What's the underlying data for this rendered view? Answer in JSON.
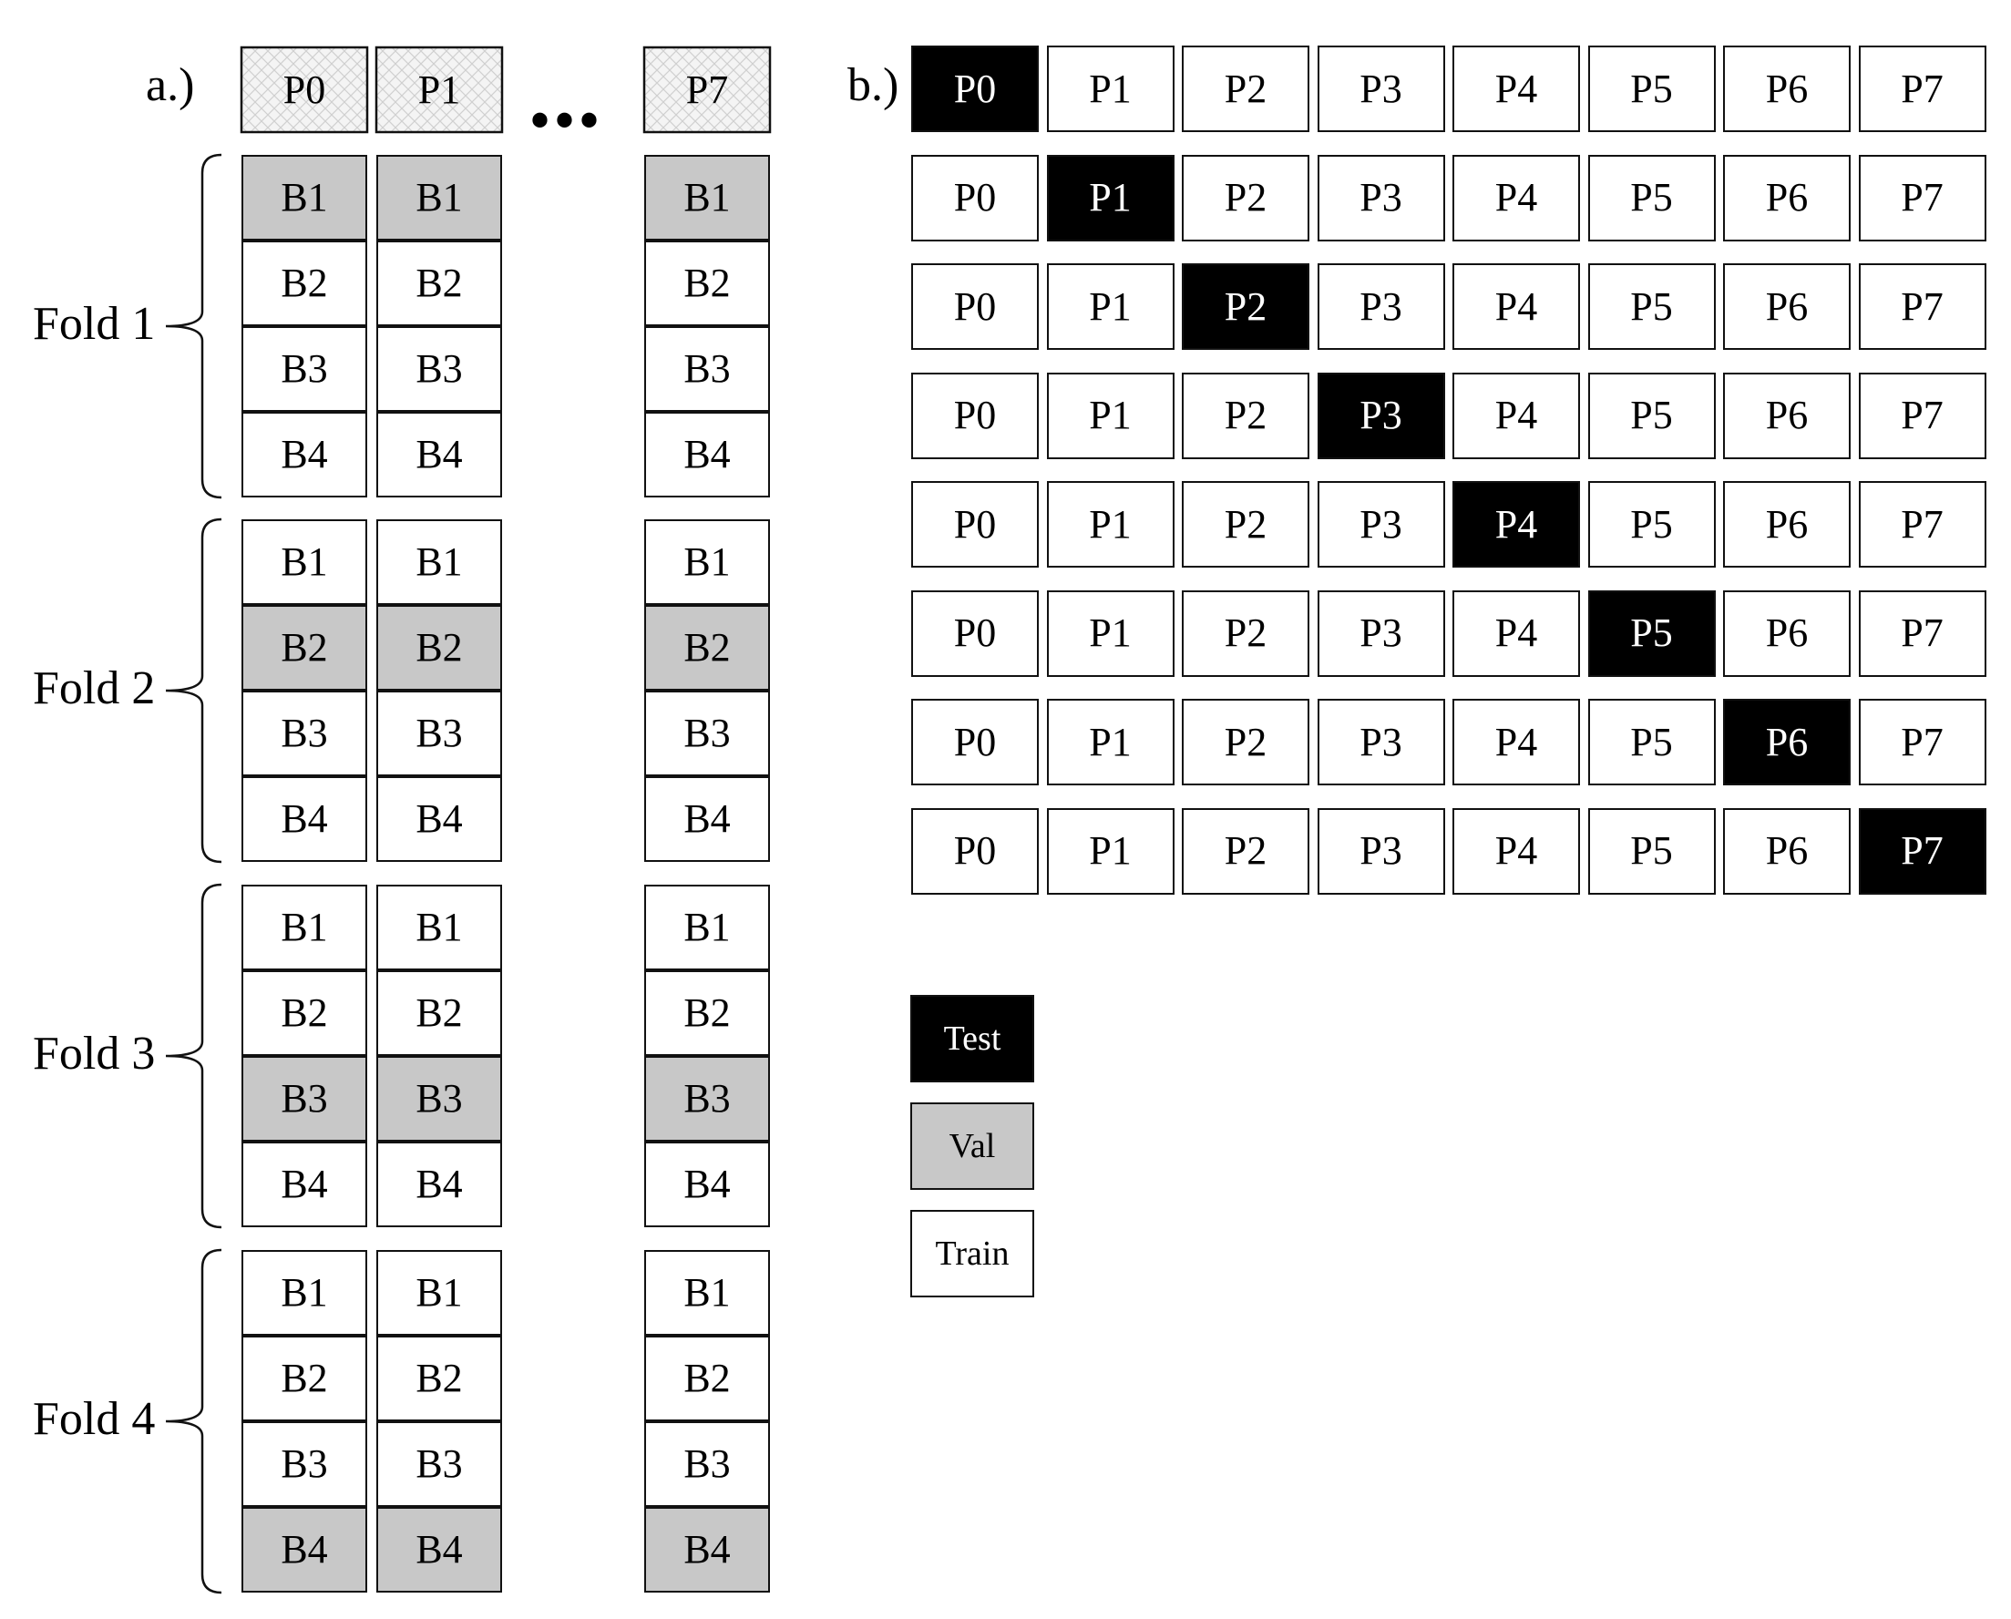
{
  "colors": {
    "test": "#000000",
    "val": "#c8c8c8",
    "train": "#ffffff",
    "hatch": "#dcdcdc"
  },
  "panel_a": {
    "label": "a.)",
    "partitions": [
      "P0",
      "P1",
      "P7"
    ],
    "ellipsis": "•••",
    "blocks": [
      "B1",
      "B2",
      "B3",
      "B4"
    ],
    "folds": [
      {
        "label": "Fold 1",
        "val_block": "B1"
      },
      {
        "label": "Fold 2",
        "val_block": "B2"
      },
      {
        "label": "Fold 3",
        "val_block": "B3"
      },
      {
        "label": "Fold 4",
        "val_block": "B4"
      }
    ]
  },
  "panel_b": {
    "label": "b.)",
    "partitions": [
      "P0",
      "P1",
      "P2",
      "P3",
      "P4",
      "P5",
      "P6",
      "P7"
    ],
    "test_partition_per_row": [
      "P0",
      "P1",
      "P2",
      "P3",
      "P4",
      "P5",
      "P6",
      "P7"
    ]
  },
  "legend": [
    {
      "key": "test",
      "label": "Test"
    },
    {
      "key": "val",
      "label": "Val"
    },
    {
      "key": "train",
      "label": "Train"
    }
  ]
}
